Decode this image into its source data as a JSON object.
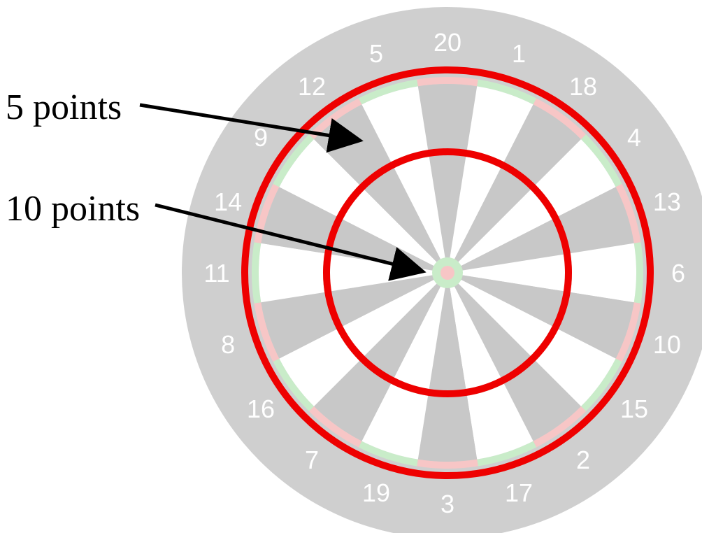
{
  "callouts": {
    "outer_ring_label": "5 points",
    "center_label": "10 points"
  },
  "dartboard": {
    "sector_numbers": [
      "20",
      "1",
      "18",
      "4",
      "13",
      "6",
      "10",
      "15",
      "2",
      "17",
      "3",
      "19",
      "7",
      "16",
      "8",
      "11",
      "14",
      "9",
      "12",
      "5"
    ]
  },
  "colors": {
    "dark_segment": "#c8c8c8",
    "light_segment": "#ffffff",
    "outer_ring": "#cfcfcf",
    "number_text": "#ffffff",
    "score_ring_red": "#ee0000",
    "double_treble_red": "#f7c6c6",
    "double_treble_green": "#c9ecc9",
    "arrow": "#000000"
  }
}
